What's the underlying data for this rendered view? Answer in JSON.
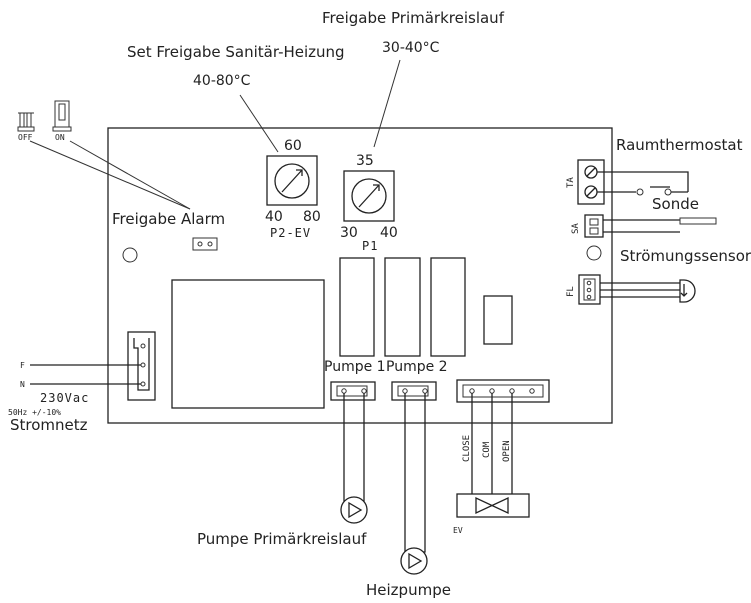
{
  "labels": {
    "primary_release": "Freigabe Primärkreislauf",
    "primary_range": "30-40°C",
    "sanitary_release": "Set Freigabe Sanitär-Heizung",
    "sanitary_range": "40-80°C",
    "alarm_release": "Freigabe Alarm",
    "room_thermostat": "Raumthermostat",
    "probe": "Sonde",
    "flow_sensor": "Strömungssensor",
    "pump_primary": "Pumpe Primärkreislauf",
    "heating_pump": "Heizpumpe",
    "mains": "Stromnetz"
  },
  "switch": {
    "off": "OFF",
    "on": "ON"
  },
  "pot_p2": {
    "top": "60",
    "min": "40",
    "max": "80",
    "name": "P2-EV"
  },
  "pot_p1": {
    "top": "35",
    "min": "30",
    "max": "40",
    "name": "P1"
  },
  "terminals": {
    "ta": "TA",
    "sa": "SA",
    "fl": "FL",
    "pump1": "Pumpe 1",
    "pump2": "Pumpe 2",
    "close": "CLOSE",
    "com": "COM",
    "open": "OPEN",
    "ev": "EV",
    "phase": "F",
    "neutral": "N",
    "voltage": "230Vac",
    "freq": "50Hz +/-10%"
  },
  "colors": {
    "line": "#222222",
    "background": "#ffffff"
  }
}
